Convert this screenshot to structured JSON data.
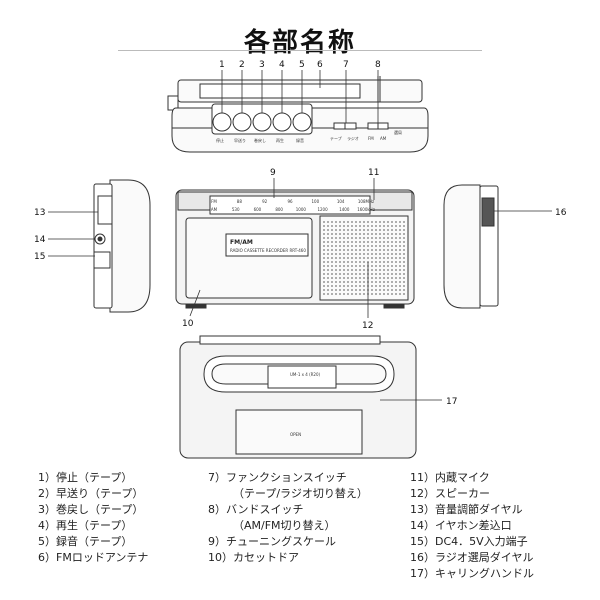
{
  "title": "各部名称",
  "callouts": [
    "1",
    "2",
    "3",
    "4",
    "5",
    "6",
    "7",
    "8",
    "9",
    "11",
    "13",
    "14",
    "15",
    "16",
    "10",
    "12",
    "17"
  ],
  "top_view": {
    "button_labels": [
      "停止",
      "早送り",
      "巻戻し",
      "再生",
      "録音"
    ],
    "switch_labels": [
      "テープ",
      "ラジオ",
      "FM",
      "AM"
    ],
    "right_label": "選局"
  },
  "front_view": {
    "brand": "FM/AM",
    "model": "RADIO CASSETTE RECORDER RRT-460",
    "band_am": [
      "AM",
      "530",
      "600",
      "800",
      "1000",
      "1200",
      "1400",
      "1600kHz"
    ],
    "band_fm": [
      "FM",
      "88",
      "92",
      "96",
      "100",
      "104",
      "108MHz"
    ]
  },
  "back_view": {
    "battery_label": "UM-1 x 4 (R20)",
    "open_label": "OPEN"
  },
  "legend": [
    {
      "text": "1）停止（テープ）"
    },
    {
      "text": "2）早送り（テープ）"
    },
    {
      "text": "3）巻戻し（テープ）"
    },
    {
      "text": "4）再生（テープ）"
    },
    {
      "text": "5）録音（テープ）"
    },
    {
      "text": "6）FMロッドアンテナ"
    },
    {
      "text": "7）ファンクションスイッチ"
    },
    {
      "text": "（テープ/ラジオ切り替え）"
    },
    {
      "text": "8）バンドスイッチ"
    },
    {
      "text": "（AM/FM切り替え）"
    },
    {
      "text": "9）チューニングスケール"
    },
    {
      "text": "10）カセットドア"
    },
    {
      "text": "11）内蔵マイク"
    },
    {
      "text": "12）スピーカー"
    },
    {
      "text": "13）音量調節ダイヤル"
    },
    {
      "text": "14）イヤホン差込口"
    },
    {
      "text": "15）DC4．5V入力端子"
    },
    {
      "text": "16）ラジオ選局ダイヤル"
    },
    {
      "text": "17）キャリングハンドル"
    }
  ],
  "colors": {
    "line": "#333333",
    "body": "#f4f4f4",
    "dark": "#444444"
  }
}
